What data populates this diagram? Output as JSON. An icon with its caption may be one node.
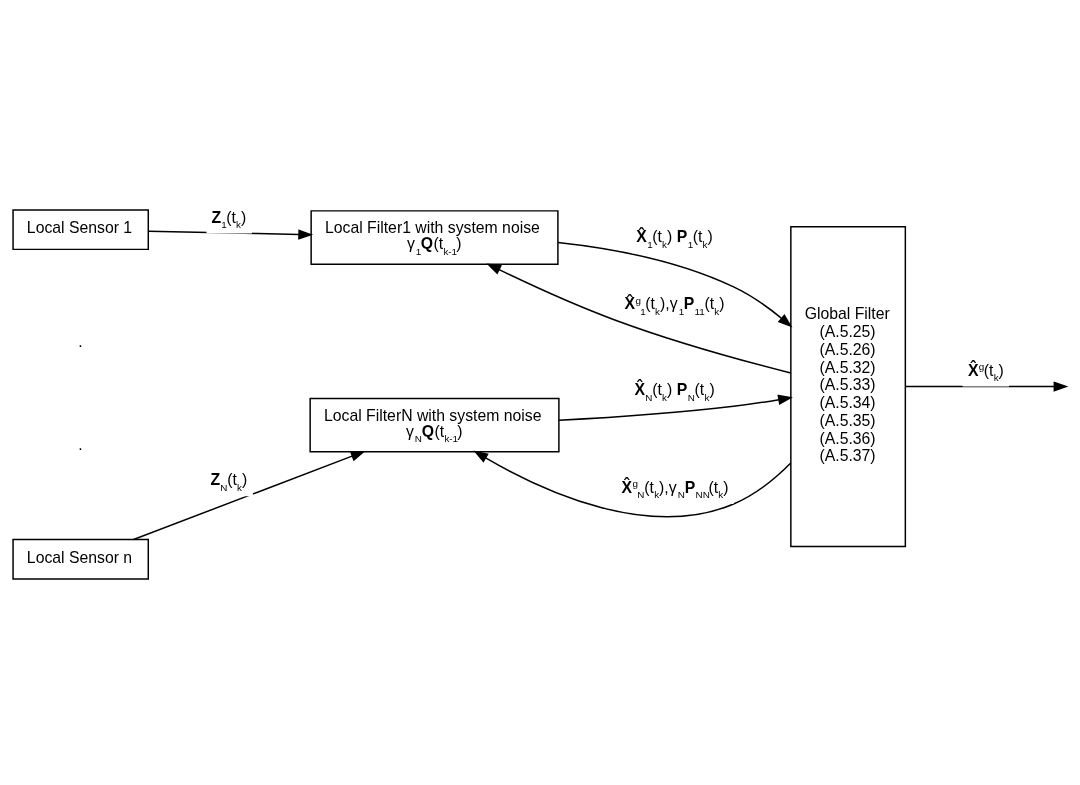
{
  "diagram": {
    "nodes": [
      {
        "text": [
          "Local Sensor 1"
        ]
      },
      {
        "text": [
          "Local Filter1 with system noise",
          "γ$_{1}$**Q**(t$_{k-1}$)"
        ]
      },
      {
        "text": [
          "Global Filter",
          "(A.5.25)",
          "(A.5.26)",
          "(A.5.32)",
          "(A.5.33)",
          "(A.5.34)",
          "(A.5.35)",
          "(A.5.36)",
          "(A.5.37)"
        ]
      },
      {
        "text": [
          "Local Sensor n"
        ]
      },
      {
        "text": [
          "Local FilterN with system noise",
          "γ$_{N}$**Q**(t$_{k-1}$)"
        ]
      }
    ],
    "edges": [
      {
        "from": 2,
        "to": 1,
        "arrow": "to",
        "label": "**X̂**$^{g}$$_{1}$(t$_{k}$),γ$_{1}$**P**$_{11}$(t$_{k}$)"
      },
      {
        "from": 0,
        "to": 1,
        "arrow": "to",
        "label": "**Z**$_{1}$(t$_{k}$)"
      },
      {
        "from": 1,
        "to": 2,
        "arrow": "to",
        "label": "**X̂**$_{1}$(t$_{k}$) **P**$_{1}$(t$_{k}$)"
      },
      {
        "from": 2,
        "to": null,
        "arrow": "to",
        "label": "**X̂**$^{g}$(t$_{k}$)"
      },
      {
        "from": 2,
        "to": 4,
        "arrow": "to",
        "label": "**X̂**$^{g}$$_{N}$(t$_{k}$),γ$_{N}$**P**$_{NN}$(t$_{k}$)"
      },
      {
        "from": 3,
        "to": 4,
        "arrow": "to",
        "label": "**Z**$_{N}$(t$_{k}$)"
      },
      {
        "from": 4,
        "to": 2,
        "arrow": "to",
        "label": "**X̂**$_{N}$(t$_{k}$) **P**$_{N}$(t$_{k}$)"
      }
    ],
    "labels": [
      ".",
      "."
    ]
  }
}
